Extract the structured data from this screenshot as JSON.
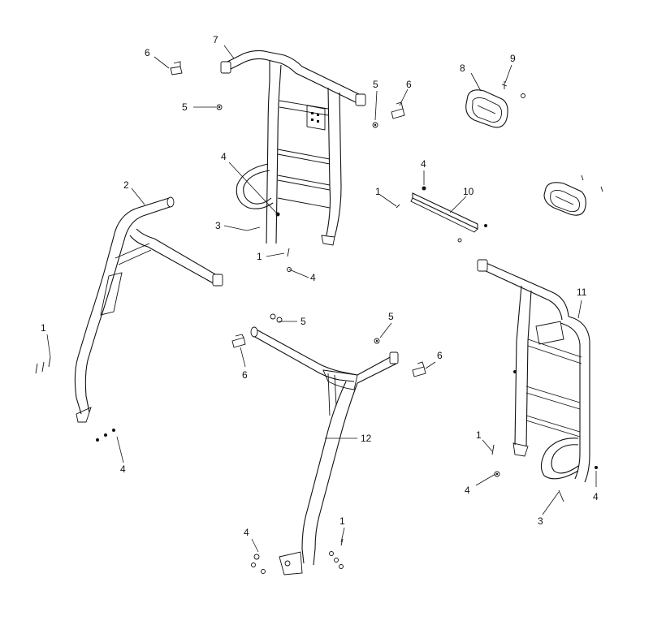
{
  "callouts": {
    "c1a": "1",
    "c1b": "1",
    "c1c": "1",
    "c1d": "1",
    "c1e": "1",
    "c2": "2",
    "c3a": "3",
    "c3b": "3",
    "c4a": "4",
    "c4b": "4",
    "c4c": "4",
    "c4d": "4",
    "c4e": "4",
    "c4f": "4",
    "c4g": "4",
    "c5a": "5",
    "c5b": "5",
    "c5c": "5",
    "c5d": "5",
    "c6a": "6",
    "c6b": "6",
    "c6c": "6",
    "c6d": "6",
    "c7": "7",
    "c8": "8",
    "c9": "9",
    "c10": "10",
    "c11": "11",
    "c12": "12"
  },
  "colors": {
    "line": "#111111",
    "background": "#ffffff"
  }
}
